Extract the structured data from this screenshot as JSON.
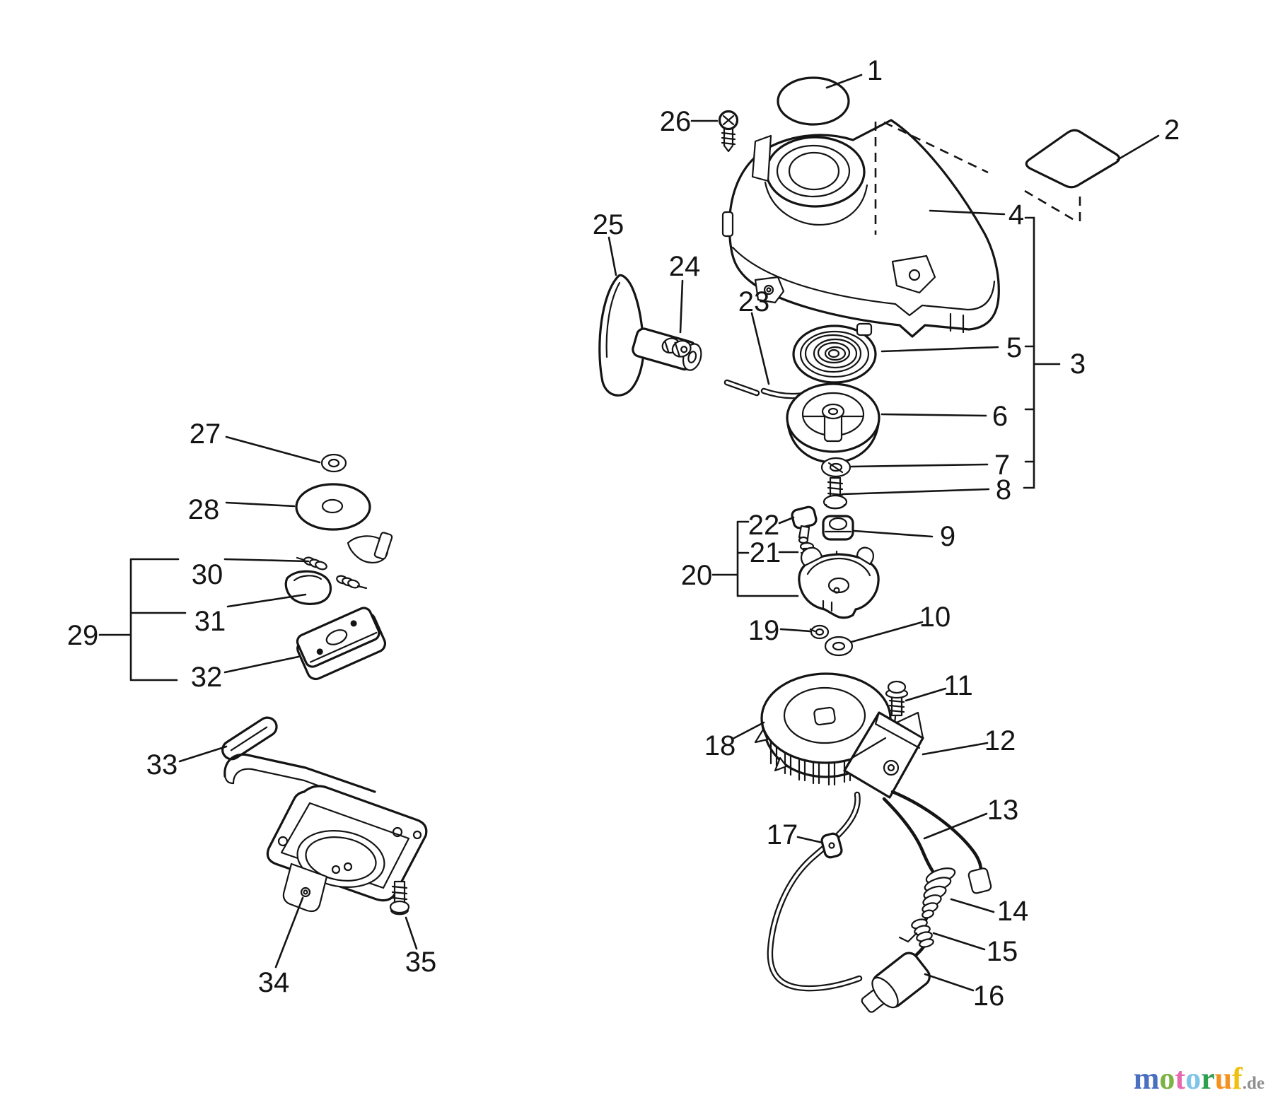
{
  "figure": {
    "background": "#ffffff",
    "ink": "#141414"
  },
  "callouts": [
    {
      "label": "1"
    },
    {
      "label": "2"
    },
    {
      "label": "3"
    },
    {
      "label": "4"
    },
    {
      "label": "5"
    },
    {
      "label": "6"
    },
    {
      "label": "7"
    },
    {
      "label": "8"
    },
    {
      "label": "9"
    },
    {
      "label": "10"
    },
    {
      "label": "11"
    },
    {
      "label": "12"
    },
    {
      "label": "13"
    },
    {
      "label": "14"
    },
    {
      "label": "15"
    },
    {
      "label": "16"
    },
    {
      "label": "17"
    },
    {
      "label": "18"
    },
    {
      "label": "19"
    },
    {
      "label": "20"
    },
    {
      "label": "21"
    },
    {
      "label": "22"
    },
    {
      "label": "23"
    },
    {
      "label": "24"
    },
    {
      "label": "25"
    },
    {
      "label": "26"
    },
    {
      "label": "27"
    },
    {
      "label": "28"
    },
    {
      "label": "29"
    },
    {
      "label": "30"
    },
    {
      "label": "31"
    },
    {
      "label": "32"
    },
    {
      "label": "33"
    },
    {
      "label": "34"
    },
    {
      "label": "35"
    }
  ],
  "watermark": {
    "letters": [
      {
        "char": "m",
        "color": "#4a6fc0"
      },
      {
        "char": "o",
        "color": "#7cb342"
      },
      {
        "char": "t",
        "color": "#e868b0"
      },
      {
        "char": "o",
        "color": "#7ec3e8"
      },
      {
        "char": "r",
        "color": "#2e9e4f"
      },
      {
        "char": "u",
        "color": "#f59120"
      },
      {
        "char": "f",
        "color": "#eec111"
      }
    ],
    "suffix": {
      "text": ".de",
      "color": "#8f8f8f"
    }
  }
}
